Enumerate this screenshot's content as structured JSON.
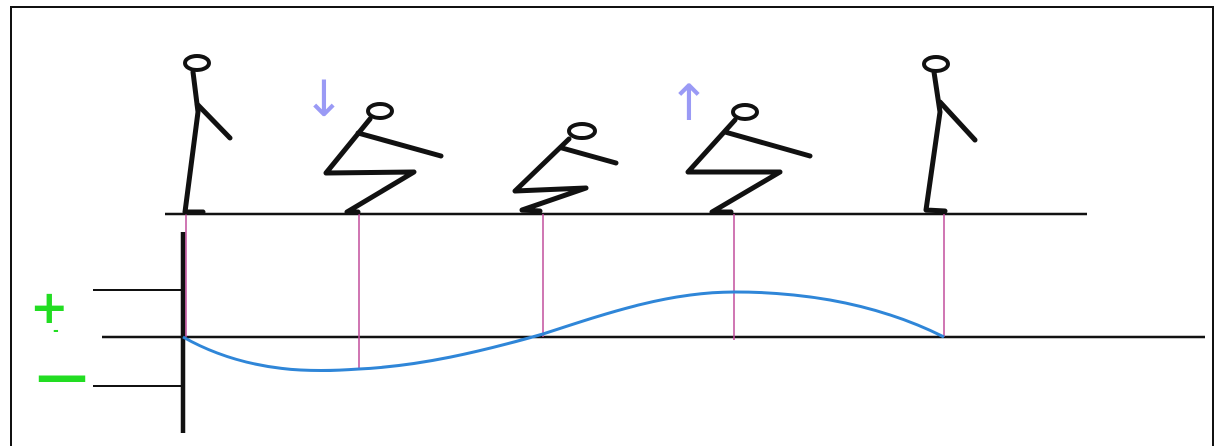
{
  "labels": {
    "positive": "+",
    "zero": "-",
    "negative": "—"
  },
  "arrows": {
    "down": "↓",
    "up": "↑"
  },
  "figures": [
    {
      "pose": "standing"
    },
    {
      "pose": "lowering"
    },
    {
      "pose": "bottom"
    },
    {
      "pose": "rising"
    },
    {
      "pose": "standing"
    }
  ],
  "colors": {
    "curve": "#2f86d8",
    "guide": "#c04a9a",
    "sign": "#22dd22",
    "arrow": "#9a9af5",
    "ink": "#111111"
  }
}
